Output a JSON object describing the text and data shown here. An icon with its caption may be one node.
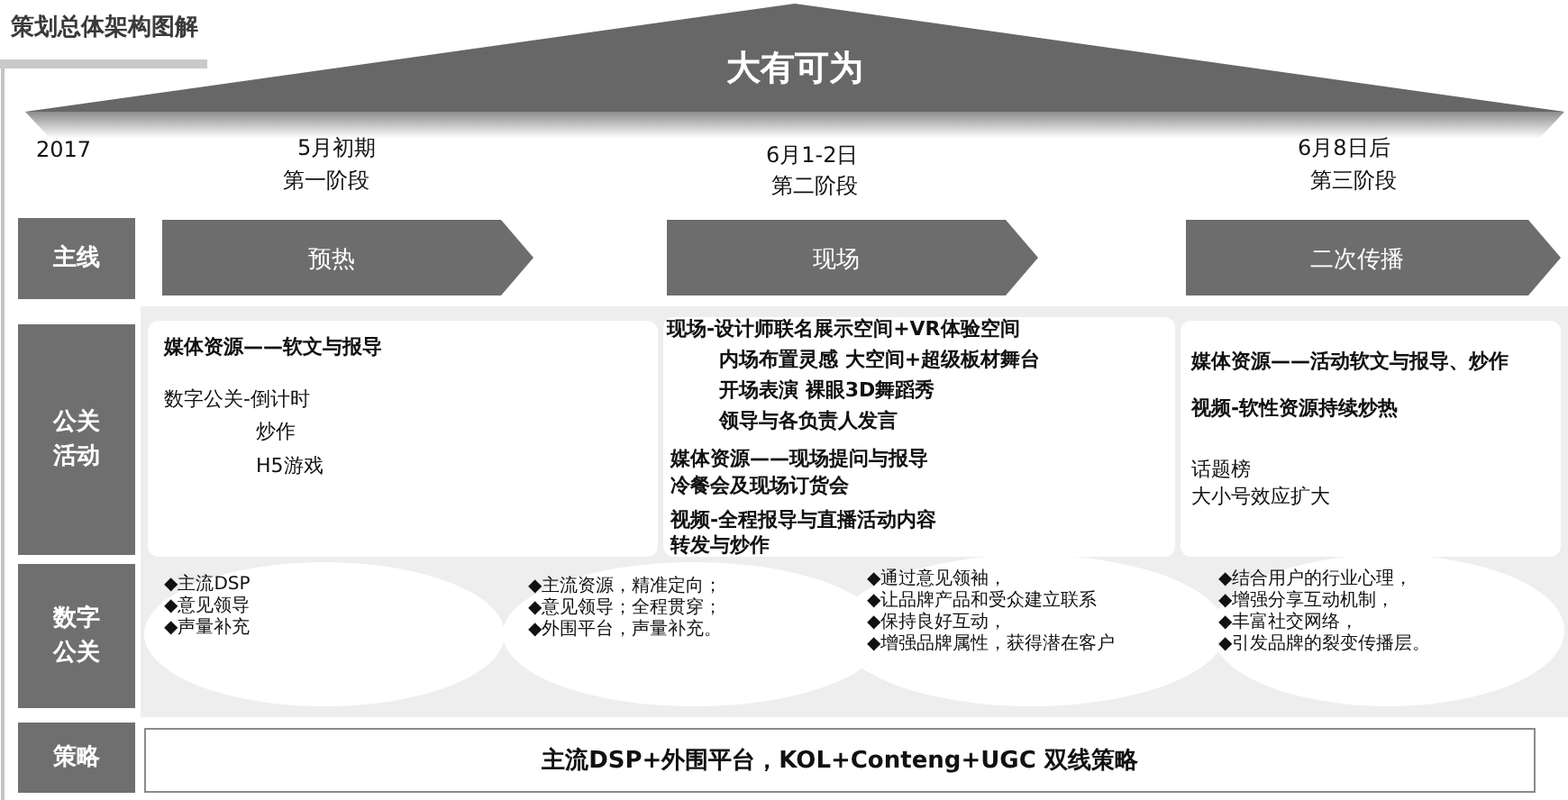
{
  "diagram": {
    "title": "策划总体架构图解",
    "nodes": [
      {
        "text": [
          "大有可为"
        ]
      },
      {
        "text": [
          "主线"
        ]
      },
      {
        "text": [
          "预热"
        ]
      },
      {
        "text": [
          "现场"
        ]
      },
      {
        "text": [
          "二次传播"
        ]
      },
      {
        "text": [
          "公关活动"
        ]
      },
      {
        "text": [
          "数字公关"
        ]
      },
      {
        "text": [
          "策略"
        ]
      },
      {
        "text": [
          "主流DSP+外围平台，KOL+Conteng+UGC 双线策略"
        ]
      }
    ],
    "labels": [
      "2017",
      "5月初期",
      "第一阶段",
      "6月1-2日",
      "第二阶段",
      "6月8日后",
      "第三阶段",
      "媒体资源——软文与报导",
      "数字公关-倒计时",
      "炒作",
      "H5游戏",
      "现场-设计师联名展示空间+VR体验空间",
      "内场布置灵感 大空间+超级板材舞台",
      "开场表演 裸眼3D舞蹈秀",
      "领导与各负责人发言",
      "媒体资源——现场提问与报导",
      "冷餐会及现场订货会",
      "视频-全程报导与直播活动内容",
      "转发与炒作",
      "媒体资源——活动软文与报导、炒作",
      "视频-软性资源持续炒热",
      "话题榜",
      "大小号效应扩大",
      "◆主流DSP",
      "◆意见领导",
      "◆声量补充",
      "◆主流资源，精准定向；",
      "◆意见领导；全程贯穿；",
      "◆外围平台，声量补充。",
      "◆通过意见领袖，",
      "◆让品牌产品和受众建立联系",
      "◆保持良好互动，",
      "◆增强品牌属性，获得潜在客户",
      "◆结合用户的行业心理，",
      "◆增强分享互动机制，",
      "◆丰富社交网络，",
      "◆引发品牌的裂变传播层。"
    ]
  }
}
